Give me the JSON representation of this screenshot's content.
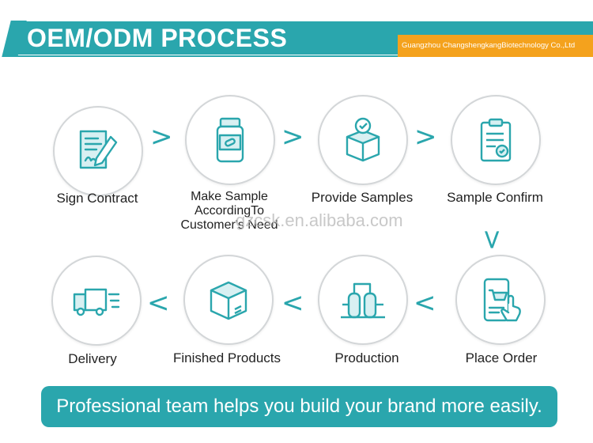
{
  "header": {
    "title": "OEM/ODM PROCESS",
    "company": "Guangzhou ChangshengkangBiotechnology Co.,Ltd",
    "accent_color": "#2aa6ad",
    "strip_color": "#f4a21d"
  },
  "steps": [
    {
      "label": "Sign Contract",
      "icon": "contract-pen-icon"
    },
    {
      "label": "Make Sample AccordingTo Customer's Need",
      "icon": "bottle-icon"
    },
    {
      "label": "Provide Samples",
      "icon": "box-check-icon"
    },
    {
      "label": "Sample Confirm",
      "icon": "clipboard-check-icon"
    },
    {
      "label": "Place Order",
      "icon": "phone-cart-icon"
    },
    {
      "label": "Production",
      "icon": "factory-tanks-icon"
    },
    {
      "label": "Finished Products",
      "icon": "package-icon"
    },
    {
      "label": "Delivery",
      "icon": "truck-icon"
    }
  ],
  "watermark": "gzcsk.en.alibaba.com",
  "footer": {
    "text": "Professional team helps you build your brand more easily."
  }
}
